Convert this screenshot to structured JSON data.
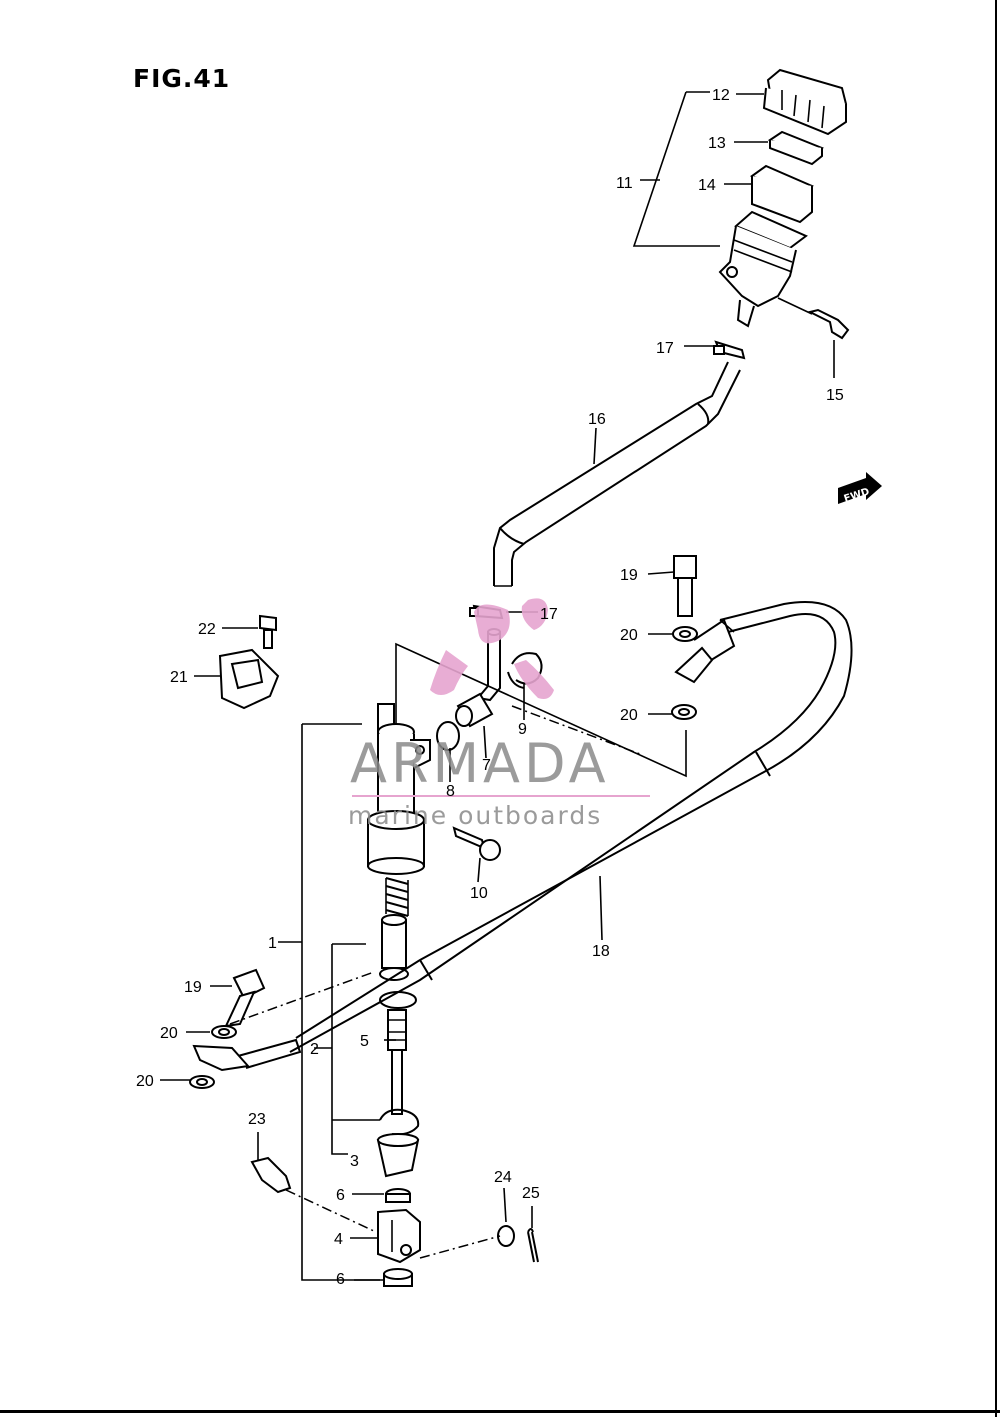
{
  "figure": {
    "title": "FIG.41"
  },
  "fwd_badge": "FWD",
  "watermark": {
    "brand": "ARMADA",
    "tagline": "marine outboards"
  },
  "callouts": [
    {
      "id": "c1",
      "text": "1"
    },
    {
      "id": "c2",
      "text": "2"
    },
    {
      "id": "c3",
      "text": "3"
    },
    {
      "id": "c4",
      "text": "4"
    },
    {
      "id": "c5",
      "text": "5"
    },
    {
      "id": "c6a",
      "text": "6"
    },
    {
      "id": "c6b",
      "text": "6"
    },
    {
      "id": "c7",
      "text": "7"
    },
    {
      "id": "c8",
      "text": "8"
    },
    {
      "id": "c9",
      "text": "9"
    },
    {
      "id": "c10",
      "text": "10"
    },
    {
      "id": "c11",
      "text": "11"
    },
    {
      "id": "c12",
      "text": "12"
    },
    {
      "id": "c13",
      "text": "13"
    },
    {
      "id": "c14",
      "text": "14"
    },
    {
      "id": "c15",
      "text": "15"
    },
    {
      "id": "c16",
      "text": "16"
    },
    {
      "id": "c17a",
      "text": "17"
    },
    {
      "id": "c17b",
      "text": "17"
    },
    {
      "id": "c18",
      "text": "18"
    },
    {
      "id": "c19a",
      "text": "19"
    },
    {
      "id": "c19b",
      "text": "19"
    },
    {
      "id": "c20a",
      "text": "20"
    },
    {
      "id": "c20b",
      "text": "20"
    },
    {
      "id": "c20c",
      "text": "20"
    },
    {
      "id": "c20d",
      "text": "20"
    },
    {
      "id": "c21",
      "text": "21"
    },
    {
      "id": "c22",
      "text": "22"
    },
    {
      "id": "c23",
      "text": "23"
    },
    {
      "id": "c24",
      "text": "24"
    },
    {
      "id": "c25",
      "text": "25"
    }
  ]
}
